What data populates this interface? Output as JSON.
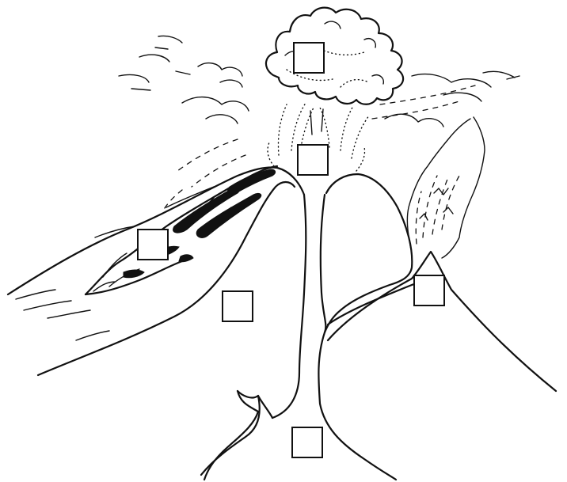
{
  "diagram": {
    "label_boxes": [
      {
        "id": "ash-cloud"
      },
      {
        "id": "vent-top"
      },
      {
        "id": "lava-flow"
      },
      {
        "id": "cone-side"
      },
      {
        "id": "side-vent"
      },
      {
        "id": "magma-chamber"
      }
    ],
    "colors": {
      "ink": "#111111",
      "background": "#ffffff"
    }
  }
}
